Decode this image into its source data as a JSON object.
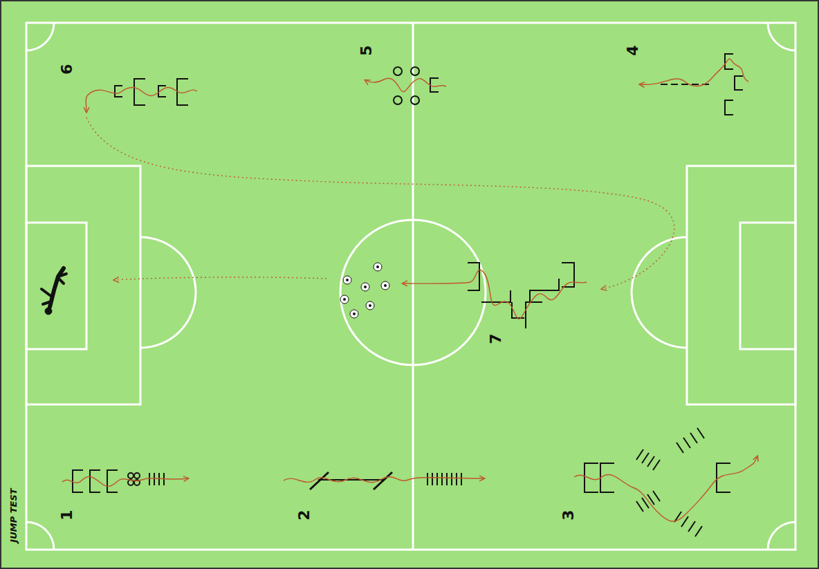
{
  "diagram": {
    "labels": [
      "1",
      "2",
      "3",
      "4",
      "5",
      "6",
      "7",
      "JUMP TEST"
    ]
  }
}
